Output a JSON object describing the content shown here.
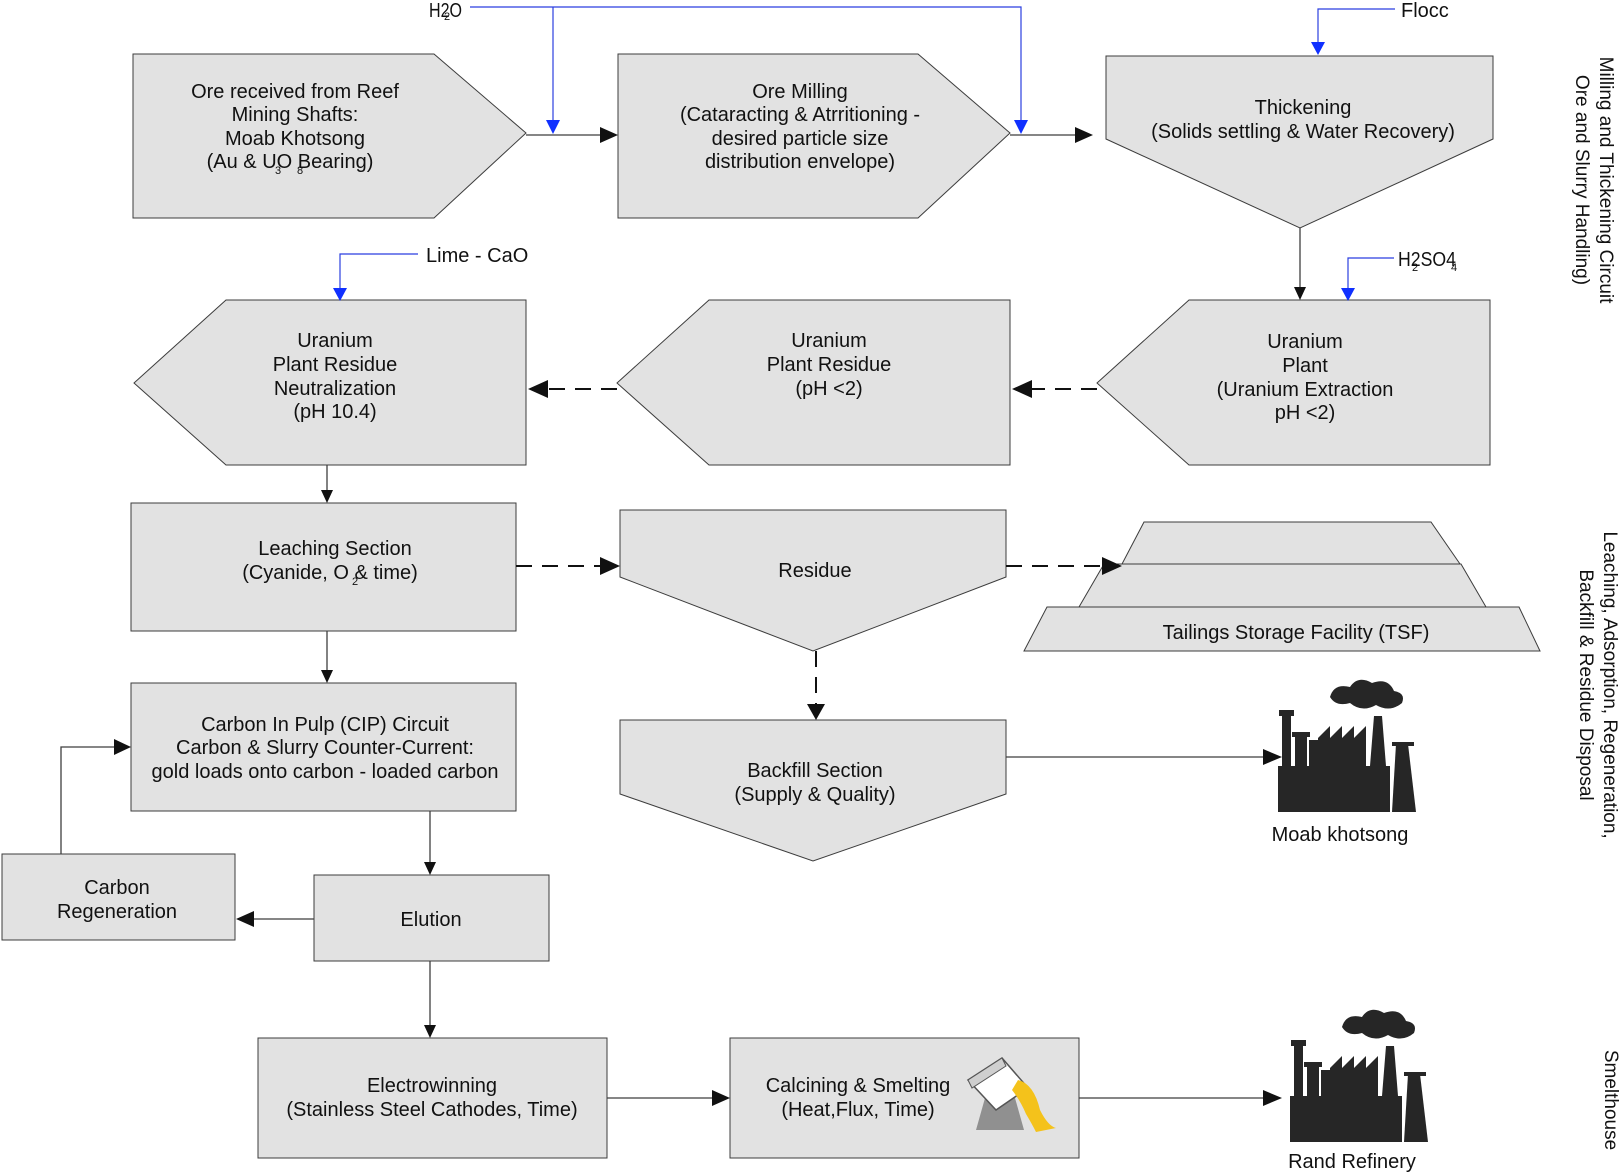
{
  "reagents": {
    "water": "H2O",
    "flocc": "Flocc",
    "lime": "Lime - CaO",
    "acid": "H2SO4"
  },
  "nodes": {
    "ore_received": [
      "Ore received from Reef",
      "Mining Shafts:",
      "Moab Khotsong",
      "(Au & UO Bearing)"
    ],
    "ore_milling": [
      "Ore Milling",
      "(Cataracting & Atrritioning -",
      "desired particle size",
      "distribution envelope)"
    ],
    "thickening": [
      "Thickening",
      "(Solids settling & Water Recovery)"
    ],
    "uranium_plant": [
      "Uranium",
      "Plant",
      "(Uranium Extraction",
      "pH <2)"
    ],
    "uranium_residue": [
      "Uranium",
      "Plant Residue",
      "(pH <2)"
    ],
    "residue_neutralization": [
      "Uranium",
      "Plant Residue",
      "Neutralization",
      "(pH 10.4)"
    ],
    "leaching": [
      "Leaching Section",
      "(Cyanide, O & time)"
    ],
    "residue": "Residue",
    "tsf": "Tailings Storage Facility (TSF)",
    "cip": [
      "Carbon In Pulp (CIP) Circuit",
      "Carbon & Slurry Counter-Current:",
      "gold loads onto carbon - loaded carbon"
    ],
    "backfill": [
      "Backfill Section",
      "(Supply & Quality)"
    ],
    "moab": "Moab khotsong",
    "carbon_regen": [
      "Carbon",
      "Regeneration"
    ],
    "elution": "Elution",
    "electrowinning": [
      "Electrowinning",
      "(Stainless Steel Cathodes, Time)"
    ],
    "calcining": [
      "Calcining & Smelting",
      "(Heat,Flux, Time)"
    ],
    "rand_refinery": "Rand Refinery"
  },
  "subscripts": {
    "water_h": "2",
    "acid_h": "2",
    "acid_o": "4",
    "uo_u": "3",
    "uo_o": "8",
    "leach_o": "2"
  },
  "sections": {
    "milling": [
      "Milling and Thickening Circuit",
      "Ore and Slurry Handling)"
    ],
    "leaching": [
      "Leaching, Adsorption, Regeneration,",
      "Backfill & Residue Disposal"
    ],
    "smelthouse": [
      "Smelthouse"
    ]
  },
  "icons": {
    "factory": "factory-icon",
    "crucible": "pouring-crucible-icon"
  },
  "colors": {
    "box_fill": "#e2e2e2",
    "box_stroke": "#3c3c3c",
    "reagent_line": "#2b3fe0",
    "reagent_arrow": "#1030ff",
    "molten_metal": "#f4c21b"
  }
}
